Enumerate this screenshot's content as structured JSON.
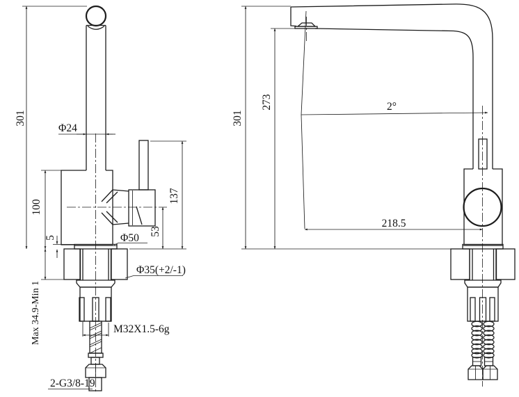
{
  "drawing": {
    "left_view": {
      "overall_height": "301",
      "body_height": "100",
      "base_plate_height": "5",
      "spout_pipe_diameter": "Φ24",
      "base_diameter": "Φ50",
      "handle_top_height": "137",
      "handle_center_height": "53",
      "mounting_hole_diameter": "Φ35(+2/-1)",
      "deck_thickness_range": "Max 34.9-Min 1",
      "shank_thread_spec": "M32X1.5-6g",
      "hose_connection_spec": "2-G3/8-19"
    },
    "right_view": {
      "overall_height": "301",
      "spout_outlet_height": "273",
      "spout_reach": "218.5",
      "spout_tilt_angle": "2°"
    }
  }
}
